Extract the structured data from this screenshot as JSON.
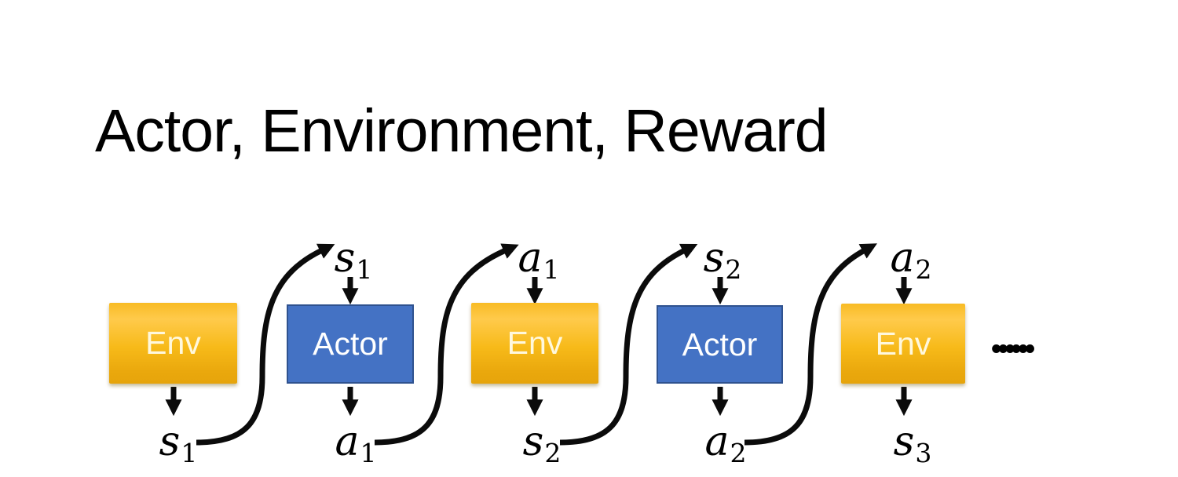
{
  "slide": {
    "title": "Actor, Environment, Reward",
    "background": "#ffffff"
  },
  "colors": {
    "env_gradient_top": "#f8bb24",
    "env_gradient_bottom": "#e6a40b",
    "env_text": "#fff8dd",
    "actor_fill": "#4472c4",
    "actor_border": "#2f528f",
    "actor_text": "#ffffff",
    "arrow": "#0b0b0b",
    "title_text": "#000000"
  },
  "diagram": {
    "boxes": [
      {
        "id": "env-1",
        "label": "Env",
        "output": {
          "base": "s",
          "sub": "1"
        }
      },
      {
        "id": "actor-1",
        "label": "Actor",
        "input": {
          "base": "s",
          "sub": "1"
        },
        "output": {
          "base": "a",
          "sub": "1"
        }
      },
      {
        "id": "env-2",
        "label": "Env",
        "input": {
          "base": "a",
          "sub": "1"
        },
        "output": {
          "base": "s",
          "sub": "2"
        }
      },
      {
        "id": "actor-2",
        "label": "Actor",
        "input": {
          "base": "s",
          "sub": "2"
        },
        "output": {
          "base": "a",
          "sub": "2"
        }
      },
      {
        "id": "env-3",
        "label": "Env",
        "input": {
          "base": "a",
          "sub": "2"
        },
        "output": {
          "base": "s",
          "sub": "3"
        }
      }
    ],
    "ellipsis": "••• •••"
  }
}
